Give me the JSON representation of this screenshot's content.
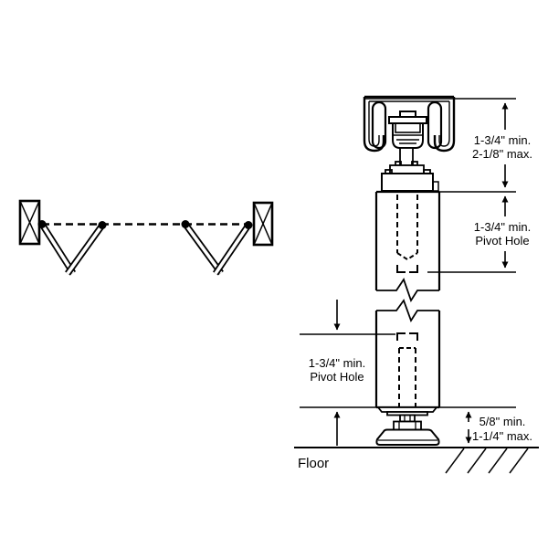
{
  "diagram": {
    "background_color": "#ffffff",
    "line_color": "#000000",
    "labels": {
      "hanger_clearance_line1": "1-3/4\" min.",
      "hanger_clearance_line2": "2-1/8\" max.",
      "top_pivot_line1": "1-3/4\" min.",
      "top_pivot_line2": "Pivot Hole",
      "bottom_pivot_line1": "1-3/4\" min.",
      "bottom_pivot_line2": "Pivot Hole",
      "floor_clearance_line1": "5/8\" min.",
      "floor_clearance_line2": "1-1/4\" max.",
      "floor_label": "Floor"
    }
  }
}
